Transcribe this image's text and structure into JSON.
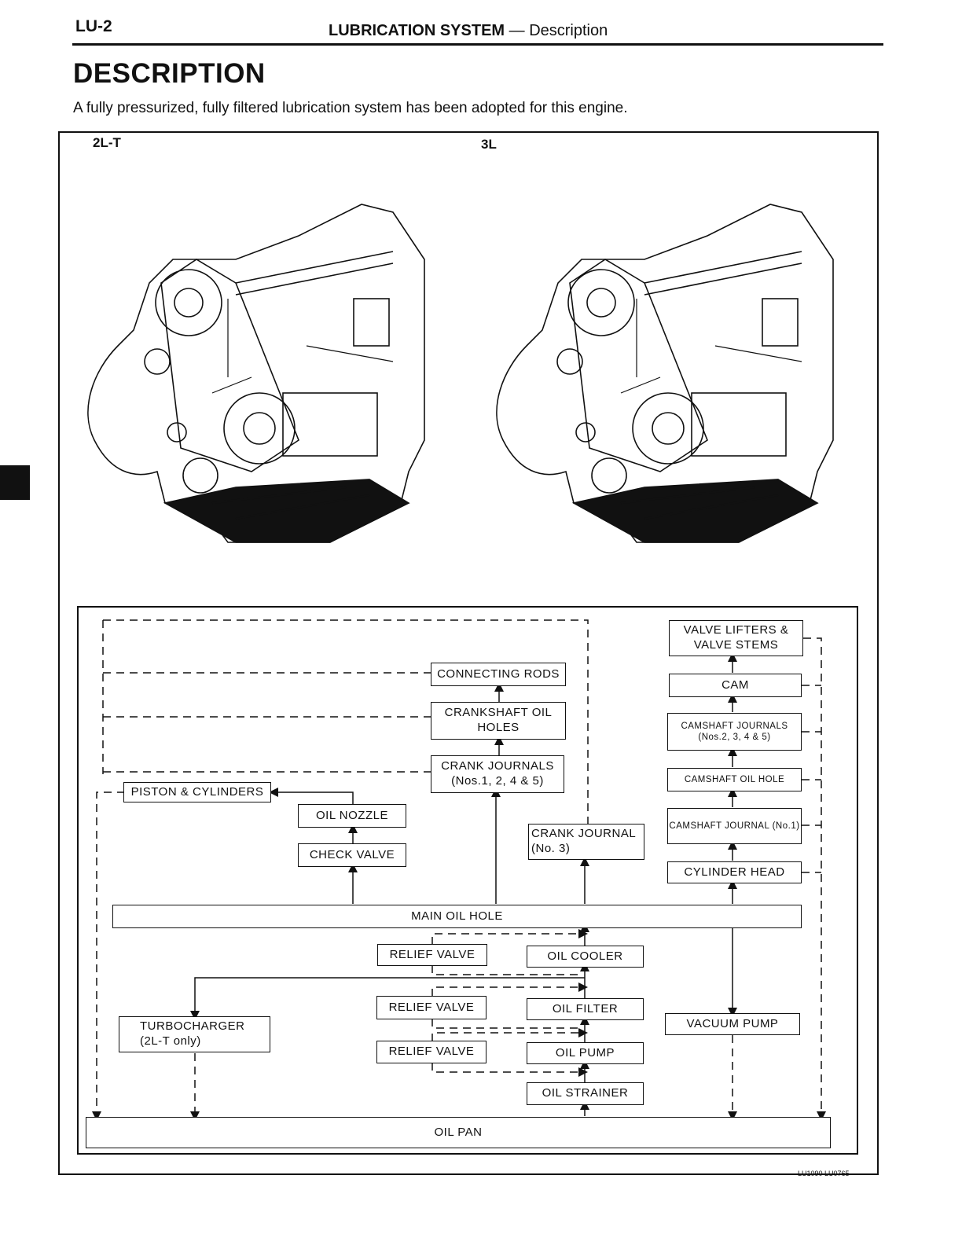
{
  "header": {
    "page_number": "LU-2",
    "section": "LUBRICATION SYSTEM",
    "subsection": "— Description"
  },
  "title": "DESCRIPTION",
  "intro": "A fully pressurized, fully filtered lubrication system has been adopted for this engine.",
  "figure": {
    "labels": [
      "2L-T",
      "3L"
    ],
    "code": "LU1090 LU0765"
  },
  "flowchart": {
    "connecting_rods": "CONNECTING RODS",
    "crankshaft_oil_holes": "CRANKSHAFT OIL HOLES",
    "crank_journals": "CRANK JOURNALS (Nos.1, 2, 4 & 5)",
    "piston_cylinders": "PISTON & CYLINDERS",
    "oil_nozzle": "OIL NOZZLE",
    "check_valve": "CHECK VALVE",
    "crank_journal_3": "CRANK JOURNAL (No. 3)",
    "valve_lifters": "VALVE LIFTERS & VALVE STEMS",
    "cam": "CAM",
    "camshaft_journals": "CAMSHAFT JOURNALS (Nos.2, 3, 4 & 5)",
    "camshaft_oil_hole": "CAMSHAFT OIL HOLE",
    "camshaft_journal_1": "CAMSHAFT JOURNAL (No.1)",
    "cylinder_head": "CYLINDER HEAD",
    "main_oil_hole": "MAIN OIL HOLE",
    "relief_valve_1": "RELIEF VALVE",
    "oil_cooler": "OIL COOLER",
    "relief_valve_2": "RELIEF VALVE",
    "oil_filter": "OIL FILTER",
    "turbocharger": "TURBOCHARGER (2L-T only)",
    "vacuum_pump": "VACUUM PUMP",
    "relief_valve_3": "RELIEF VALVE",
    "oil_pump": "OIL PUMP",
    "oil_strainer": "OIL STRAINER",
    "oil_pan": "OIL PAN"
  }
}
